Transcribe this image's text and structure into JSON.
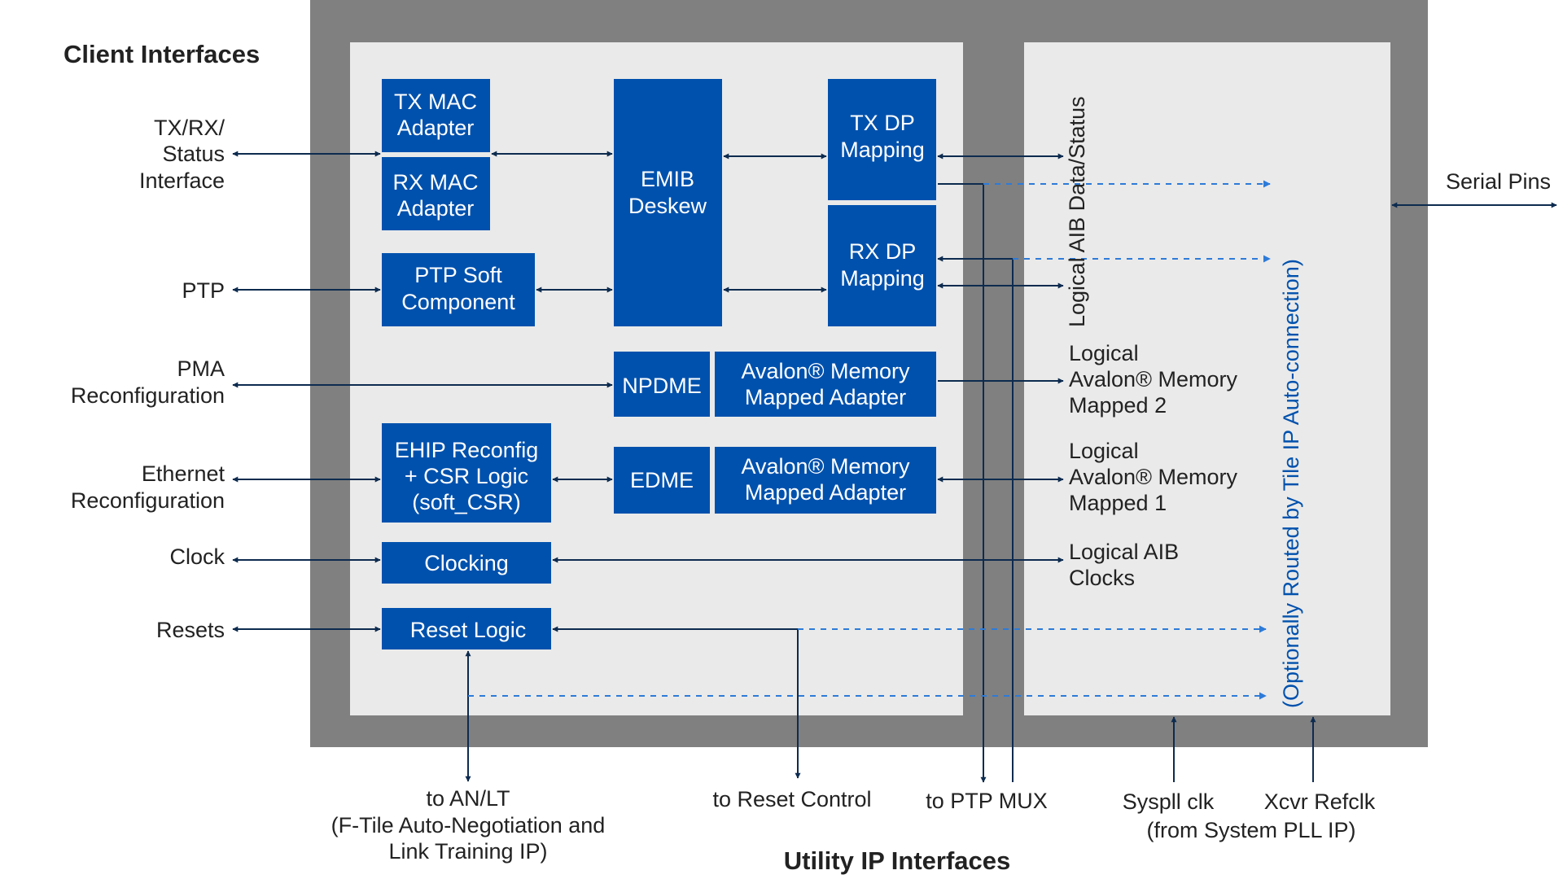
{
  "colors": {
    "block": "#0051ad",
    "line": "#0d2b4f",
    "dashed": "#2d7bd8",
    "outer_frame": "#808080",
    "panel": "#eaeaea",
    "text": "#222222"
  },
  "headers": {
    "client_interfaces": "Client Interfaces",
    "utility_ip_interfaces": "Utility IP Interfaces"
  },
  "client_labels": {
    "txrx": [
      "TX/RX/",
      "Status",
      "Interface"
    ],
    "ptp": [
      "PTP"
    ],
    "pma": [
      "PMA",
      "Reconfiguration"
    ],
    "ethernet": [
      "Ethernet",
      "Reconfiguration"
    ],
    "clock": [
      "Clock"
    ],
    "resets": [
      "Resets"
    ]
  },
  "blocks": {
    "tx_mac": [
      "TX MAC",
      "Adapter"
    ],
    "rx_mac": [
      "RX MAC",
      "Adapter"
    ],
    "ptp_soft": [
      "PTP Soft",
      "Component"
    ],
    "emib": [
      "EMIB",
      "Deskew"
    ],
    "tx_dp": [
      "TX DP",
      "Mapping"
    ],
    "rx_dp": [
      "RX DP",
      "Mapping"
    ],
    "npdme": [
      "NPDME"
    ],
    "avalon_mm_2": [
      "Avalon® Memory",
      "Mapped Adapter"
    ],
    "ehip": [
      "EHIP Reconfig",
      "+ CSR Logic",
      "(soft_CSR)"
    ],
    "edme": [
      "EDME"
    ],
    "avalon_mm_1": [
      "Avalon® Memory",
      "Mapped Adapter"
    ],
    "clocking": [
      "Clocking"
    ],
    "reset_logic": [
      "Reset Logic"
    ]
  },
  "right_labels": {
    "logical_aib_data": "Logical AIB Data/Status",
    "logical_avalon_2": [
      "Logical",
      "Avalon® Memory",
      "Mapped 2"
    ],
    "logical_avalon_1": [
      "Logical",
      "Avalon® Memory",
      "Mapped 1"
    ],
    "logical_aib_clocks": [
      "Logical AIB",
      "Clocks"
    ],
    "tile_ip_routing": "(Optionally Routed by Tile IP Auto-connection)",
    "serial_pins": "Serial Pins"
  },
  "bottom_labels": {
    "an_lt": [
      "to AN/LT",
      "(F-Tile Auto-Negotiation and",
      "Link Training IP)"
    ],
    "reset_control": "to Reset Control",
    "ptp_mux": "to PTP MUX",
    "syspll": [
      "Syspll clk",
      "(from System PLL IP)"
    ],
    "xcvr": "Xcvr Refclk"
  }
}
